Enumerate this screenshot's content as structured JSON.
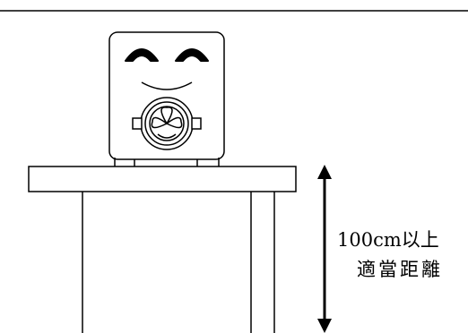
{
  "annotation": {
    "line1": "100cm以上",
    "line2": "適當距離"
  },
  "colors": {
    "stroke": "#000000",
    "background": "#ffffff"
  },
  "icons": {
    "device": "smiling-water-dispenser-icon",
    "logo": "circular-emblem-icon",
    "arrow": "double-headed-vertical-arrow"
  }
}
